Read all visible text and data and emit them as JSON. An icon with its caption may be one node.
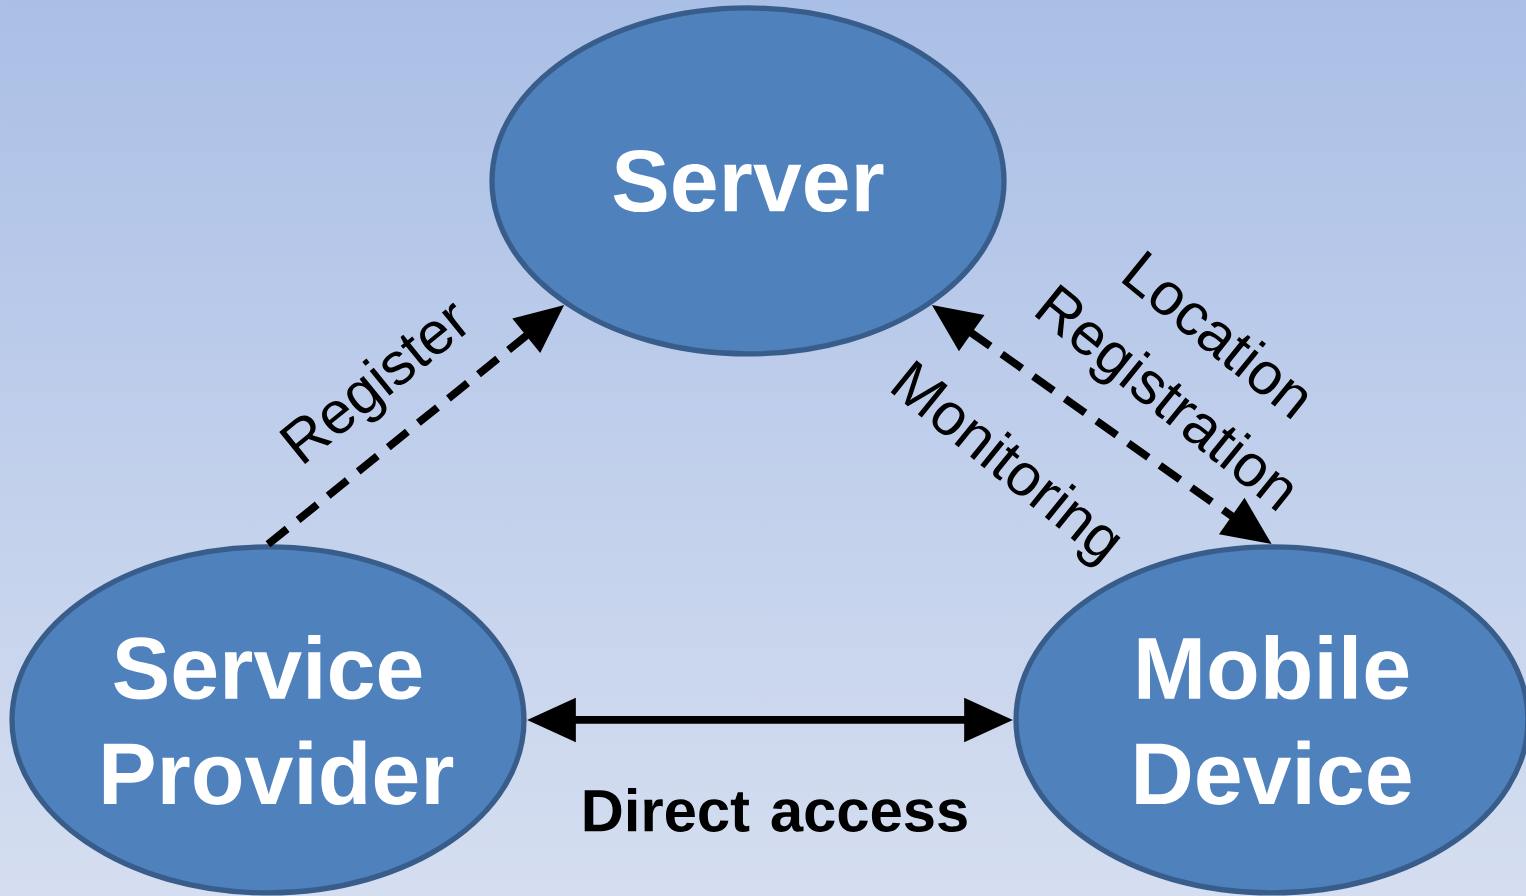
{
  "diagram": {
    "nodes": [
      {
        "text": [
          "Server"
        ]
      },
      {
        "text": [
          "Service Provider"
        ]
      },
      {
        "text": [
          "Mobile Device"
        ]
      }
    ],
    "edges": [
      {
        "from": 1,
        "to": 0,
        "arrow": "to",
        "style": "dashed",
        "label": "Register"
      },
      {
        "from": 0,
        "to": 2,
        "arrow": "both",
        "style": "dashed",
        "label": "Location Registration"
      },
      {
        "from": 1,
        "to": 2,
        "arrow": "both",
        "label": "Direct access"
      }
    ],
    "labels": [
      "Monitoring"
    ]
  }
}
